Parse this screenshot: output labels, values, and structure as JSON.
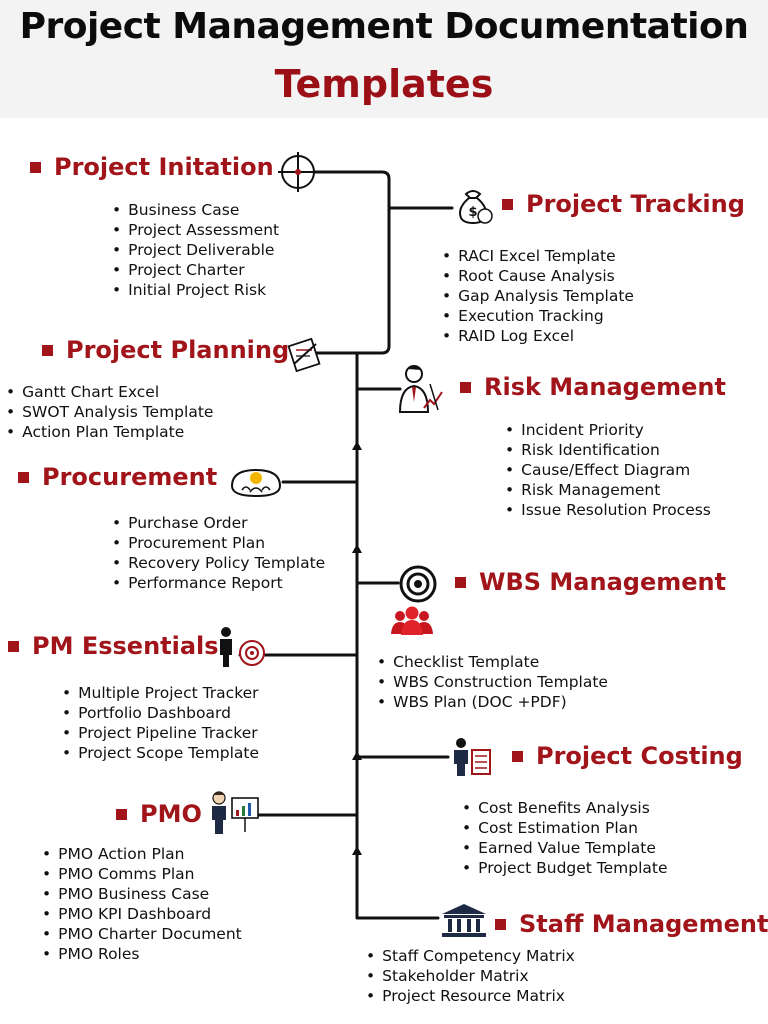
{
  "header": {
    "title_line1": "Project Management Documentation",
    "title_line2": "Templates"
  },
  "sections": {
    "project_initiation": {
      "title": "Project Initation",
      "icon": "crosshair-icon",
      "items": [
        "Business Case",
        "Project Assessment",
        "Project Deliverable",
        "Project Charter",
        "Initial Project Risk"
      ]
    },
    "project_tracking": {
      "title": "Project Tracking",
      "icon": "money-bag-icon",
      "items": [
        "RACI Excel Template",
        "Root Cause Analysis",
        "Gap Analysis Template",
        "Execution Tracking",
        "RAID Log Excel"
      ]
    },
    "project_planning": {
      "title": "Project Planning",
      "icon": "planning-icon",
      "items": [
        "Gantt Chart Excel",
        "SWOT Analysis Template",
        "Action Plan Template"
      ]
    },
    "risk_management": {
      "title": "Risk Management",
      "icon": "analyst-icon",
      "items": [
        "Incident Priority",
        "Risk Identification",
        "Cause/Effect Diagram",
        "Risk Management",
        "Issue Resolution Process"
      ]
    },
    "procurement": {
      "title": "Procurement",
      "icon": "procurement-icon",
      "items": [
        "Purchase Order",
        "Procurement Plan",
        "Recovery Policy Template",
        "Performance Report"
      ]
    },
    "wbs_management": {
      "title": "WBS Management",
      "icon": "target-icon",
      "items": [
        "Checklist Template",
        "WBS Construction Template",
        "WBS Plan (DOC +PDF)"
      ]
    },
    "pm_essentials": {
      "title": "PM Essentials",
      "icon": "person-target-icon",
      "items": [
        "Multiple Project Tracker",
        "Portfolio Dashboard",
        "Project Pipeline Tracker",
        "Project Scope Template"
      ]
    },
    "project_costing": {
      "title": "Project Costing",
      "icon": "person-checklist-icon",
      "items": [
        "Cost Benefits Analysis",
        "Cost Estimation Plan",
        "Earned Value Template",
        "Project Budget Template"
      ]
    },
    "pmo": {
      "title": "PMO",
      "icon": "presenter-icon",
      "items": [
        "PMO Action Plan",
        "PMO Comms Plan",
        "PMO Business Case",
        "PMO KPI Dashboard",
        "PMO Charter Document",
        "PMO Roles"
      ]
    },
    "staff_management": {
      "title": "Staff Management",
      "icon": "building-icon",
      "items": [
        "Staff Competency Matrix",
        "Stakeholder Matrix",
        "Project Resource Matrix"
      ]
    }
  },
  "colors": {
    "accent": "#a0141a",
    "line": "#111111",
    "header_bg": "#f3f3f3"
  }
}
